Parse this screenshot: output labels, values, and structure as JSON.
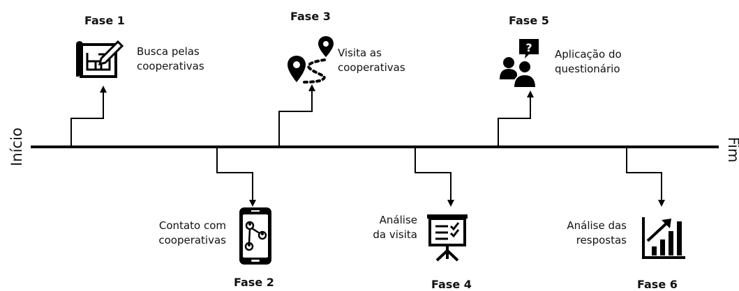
{
  "timeline": {
    "start_label": "Início",
    "end_label": "Fim",
    "color": "#000000"
  },
  "phases": [
    {
      "title": "Fase 1",
      "desc": [
        "Busca pelas",
        "cooperativas"
      ],
      "icon": "blueprint-pencil-icon"
    },
    {
      "title": "Fase 2",
      "desc": [
        "Contato com",
        "cooperativas"
      ],
      "icon": "smartphone-network-icon"
    },
    {
      "title": "Fase 3",
      "desc": [
        "Visita as",
        "cooperativas"
      ],
      "icon": "route-map-pin-icon"
    },
    {
      "title": "Fase 4",
      "desc": [
        "Análise",
        "da visita"
      ],
      "icon": "presentation-checklist-icon"
    },
    {
      "title": "Fase 5",
      "desc": [
        "Aplicação do",
        "questionário"
      ],
      "icon": "people-question-icon"
    },
    {
      "title": "Fase 6",
      "desc": [
        "Análise das",
        "respostas"
      ],
      "icon": "growth-chart-icon"
    }
  ]
}
